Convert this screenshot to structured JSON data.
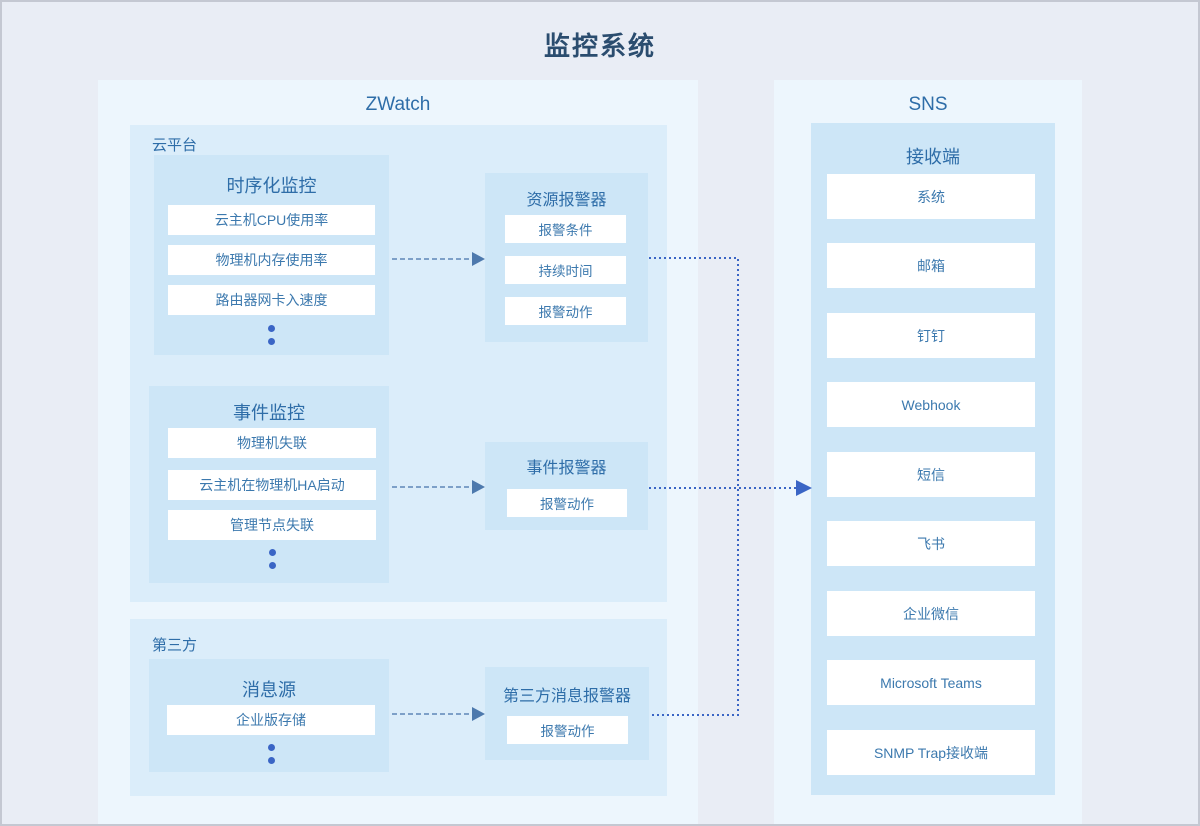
{
  "title": "监控系统",
  "zwatch": {
    "label": "ZWatch",
    "cloud_platform": {
      "label": "云平台",
      "timeseries_monitor": {
        "title": "时序化监控",
        "items": [
          "云主机CPU使用率",
          "物理机内存使用率",
          "路由器网卡入速度"
        ]
      },
      "event_monitor": {
        "title": "事件监控",
        "items": [
          "物理机失联",
          "云主机在物理机HA启动",
          "管理节点失联"
        ]
      }
    },
    "third_party": {
      "label": "第三方",
      "message_source": {
        "title": "消息源",
        "items": [
          "企业版存储"
        ]
      }
    },
    "resource_alarm": {
      "title": "资源报警器",
      "items": [
        "报警条件",
        "持续时间",
        "报警动作"
      ]
    },
    "event_alarm": {
      "title": "事件报警器",
      "items": [
        "报警动作"
      ]
    },
    "third_party_alarm": {
      "title": "第三方消息报警器",
      "items": [
        "报警动作"
      ]
    }
  },
  "sns": {
    "label": "SNS",
    "receiver": {
      "title": "接收端",
      "items": [
        "系统",
        "邮箱",
        "钉钉",
        "Webhook",
        "短信",
        "飞书",
        "企业微信",
        "Microsoft Teams",
        "SNMP Trap接收端"
      ]
    }
  },
  "colors": {
    "page_background": "#e9edf5",
    "outer_panel": "#edf6fd",
    "inner_panel": "#dbedfa",
    "box": "#cde6f7",
    "title_text": "#2b4d6f",
    "label_text": "#2e6da8",
    "dashed_connector": "#5e86b8",
    "dotted_connector": "#3a65c5"
  }
}
